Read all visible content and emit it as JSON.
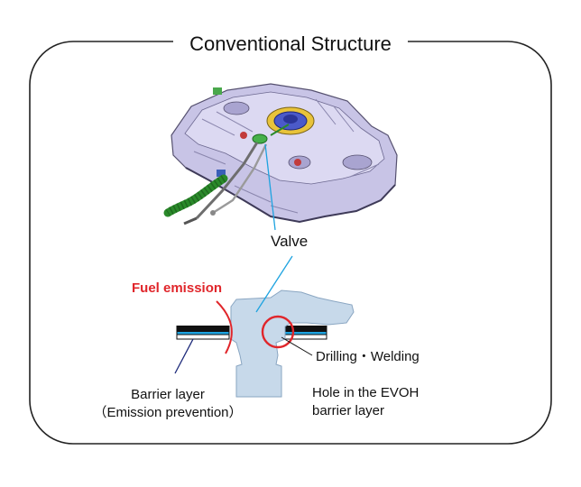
{
  "title": "Conventional Structure",
  "labels": {
    "valve": "Valve",
    "fuel_emission": "Fuel emission",
    "drilling_welding": "Drilling・Welding",
    "barrier_layer_line1": "Barrier layer",
    "barrier_layer_line2": "（Emission prevention）",
    "hole_line1": "Hole in the EVOH",
    "hole_line2": "barrier layer"
  },
  "colors": {
    "fuel_emission": "#e0262b",
    "valve_fill": "#c7d9ea",
    "barrier_layer": "#1ea3e0",
    "tank_body": "#c8c4e6",
    "hose": "#2a8a2a",
    "leader_line": "#1ea3e0"
  },
  "icons": {
    "tank": "fuel-tank-illustration",
    "valve": "valve-cross-section"
  }
}
